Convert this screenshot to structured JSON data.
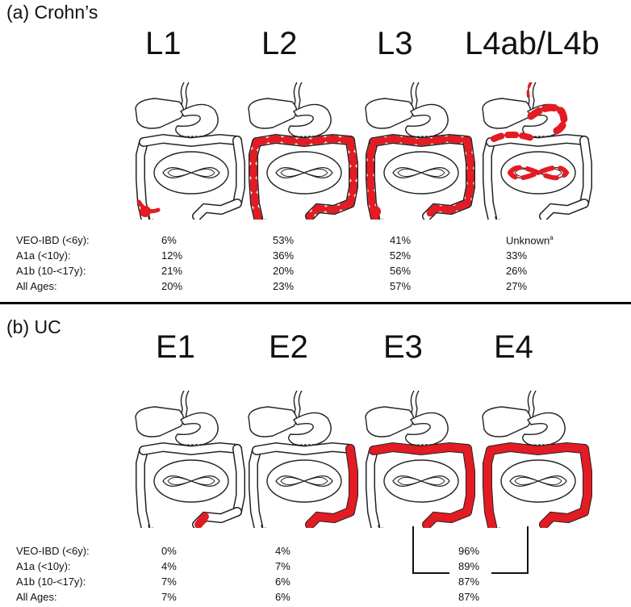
{
  "panel_a": {
    "title": "(a) Crohn’s",
    "columns": [
      {
        "label": "L1",
        "values": [
          "6%",
          "12%",
          "21%",
          "20%"
        ],
        "extent": "ileum"
      },
      {
        "label": "L2",
        "values": [
          "53%",
          "36%",
          "20%",
          "23%"
        ],
        "extent": "colon-patchy"
      },
      {
        "label": "L3",
        "values": [
          "41%",
          "52%",
          "56%",
          "57%"
        ],
        "extent": "ileocolon-patchy"
      },
      {
        "label": "L4ab/L4b",
        "values": [
          "Unknown",
          "33%",
          "26%",
          "27%"
        ],
        "footnote": "a",
        "extent": "upper"
      }
    ]
  },
  "panel_b": {
    "title": "(b) UC",
    "columns": [
      {
        "label": "E1",
        "values": [
          "0%",
          "4%",
          "7%",
          "7%"
        ],
        "extent": "rectum"
      },
      {
        "label": "E2",
        "values": [
          "4%",
          "7%",
          "6%",
          "6%"
        ],
        "extent": "left"
      },
      {
        "label": "E3",
        "extent": "extensive"
      },
      {
        "label": "E4",
        "extent": "pancolitis"
      }
    ],
    "combined_values": [
      "96%",
      "89%",
      "87%",
      "87%"
    ]
  },
  "row_labels": [
    "VEO-IBD (<6y):",
    "A1a (<10y):",
    "A1b (10-<17y):",
    "All Ages:"
  ],
  "colors": {
    "disease": "#e31b23",
    "outline": "#222222"
  }
}
